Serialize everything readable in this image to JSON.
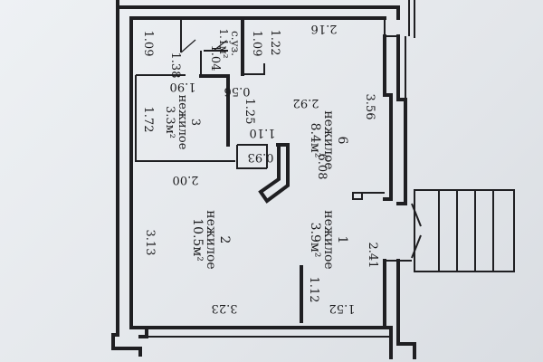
{
  "rooms": {
    "room_1": {
      "number": "1",
      "type": "нежилое",
      "area": "3.9м²"
    },
    "room_2": {
      "number": "2",
      "type": "нежилое",
      "area": "10.5м²"
    },
    "room_3": {
      "number": "3",
      "type": "нежилое",
      "area": "3.3м²"
    },
    "room_6": {
      "number": "6",
      "type": "нежилое",
      "area": "8.4м²"
    },
    "wc": {
      "type": "с.уз.",
      "area": "1.1м²"
    }
  },
  "dimensions": {
    "d_109": "1.09",
    "d_138": "1.38",
    "d_104": "1.04",
    "d_109b": "1.09",
    "d_122": "1.22",
    "d_216": "2.16",
    "d_190": "1.90",
    "d_056": "0.56",
    "d_172": "1.72",
    "d_125": "1.25",
    "d_292": "2.92",
    "d_356": "3.56",
    "d_110": "1.10",
    "d_093": "0.93",
    "d_608": "6.08",
    "d_200": "2.00",
    "d_313": "3.13",
    "d_241": "2.41",
    "d_112": "1.12",
    "d_323": "3.23",
    "d_152": "1.52"
  }
}
